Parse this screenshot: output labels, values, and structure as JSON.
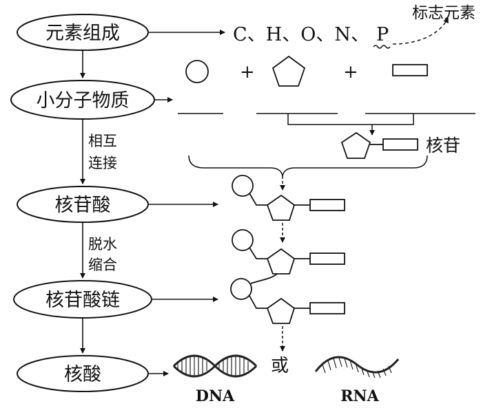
{
  "levels": {
    "elements": "元素组成",
    "small_molecules": "小分子物质",
    "nucleotide": "核苷酸",
    "chain": "核苷酸链",
    "nucleic_acid": "核酸"
  },
  "steps": {
    "link_1": "相互",
    "link_2": "连接",
    "dehydrate_1": "脱水",
    "dehydrate_2": "缩合"
  },
  "elements_text": "C、H、O、N、",
  "p_element": "P",
  "marker_label": "标志元素",
  "plus_sign": "+",
  "nucleoside_label": "核苷",
  "or_label": "或",
  "dna_label": "DNA",
  "rna_label": "RNA"
}
